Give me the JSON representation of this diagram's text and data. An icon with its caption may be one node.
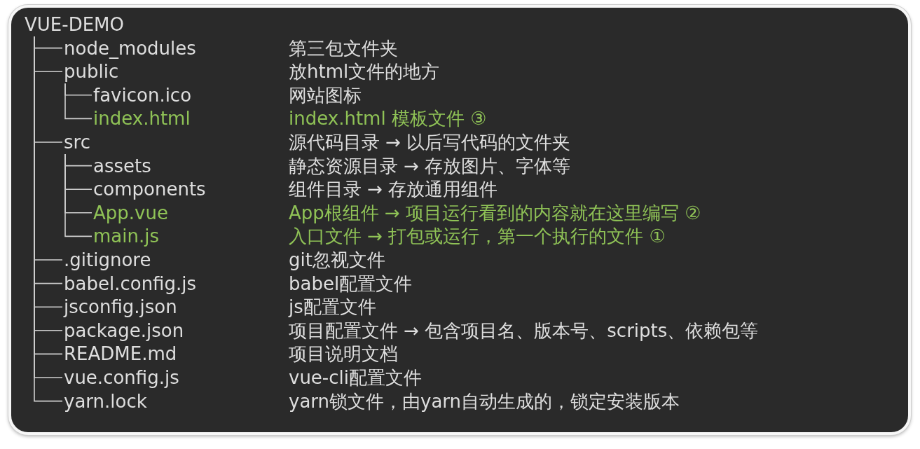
{
  "diagram": {
    "nodes": [
      {
        "text": [
          "VUE-DEMO"
        ]
      },
      {
        "text": [
          "node_modules"
        ],
        "beside": [
          "第三包文件夹"
        ]
      },
      {
        "text": [
          "public"
        ],
        "beside": [
          "放html文件的地方"
        ]
      },
      {
        "text": [
          "favicon.ico"
        ],
        "beside": [
          "网站图标"
        ]
      },
      {
        "text": [
          "index.html"
        ],
        "beside": [
          "index.html 模板文件 ③"
        ]
      },
      {
        "text": [
          "src"
        ],
        "beside": [
          "源代码目录 → 以后写代码的文件夹"
        ]
      },
      {
        "text": [
          "assets"
        ],
        "beside": [
          "静态资源目录 → 存放图片、字体等"
        ]
      },
      {
        "text": [
          "components"
        ],
        "beside": [
          "组件目录 → 存放通用组件"
        ]
      },
      {
        "text": [
          "App.vue"
        ],
        "beside": [
          "App根组件 → 项目运行看到的内容就在这里编写 ②"
        ]
      },
      {
        "text": [
          "main.js"
        ],
        "beside": [
          "入口文件 → 打包或运行，第一个执行的文件 ①"
        ]
      },
      {
        "text": [
          ".gitignore"
        ],
        "beside": [
          "git忽视文件"
        ]
      },
      {
        "text": [
          "babel.config.js"
        ],
        "beside": [
          "babel配置文件"
        ]
      },
      {
        "text": [
          "jsconfig.json"
        ],
        "beside": [
          "js配置文件"
        ]
      },
      {
        "text": [
          "package.json"
        ],
        "beside": [
          "项目配置文件 → 包含项目名、版本号、scripts、依赖包等"
        ]
      },
      {
        "text": [
          "README.md"
        ],
        "beside": [
          "项目说明文档"
        ]
      },
      {
        "text": [
          "vue.config.js"
        ],
        "beside": [
          "vue-cli配置文件"
        ]
      },
      {
        "text": [
          "yarn.lock"
        ],
        "beside": [
          "yarn锁文件，由yarn自动生成的，锁定安装版本"
        ]
      }
    ],
    "edges": [
      {
        "from": 0,
        "to": 1,
        "arrow": "none"
      },
      {
        "from": 0,
        "to": 2,
        "arrow": "none"
      },
      {
        "from": 2,
        "to": 3,
        "arrow": "none"
      },
      {
        "from": 2,
        "to": 4,
        "arrow": "none"
      },
      {
        "from": 0,
        "to": 5,
        "arrow": "none"
      },
      {
        "from": 5,
        "to": 6,
        "arrow": "none"
      },
      {
        "from": 5,
        "to": 7,
        "arrow": "none"
      },
      {
        "from": 5,
        "to": 8,
        "arrow": "none"
      },
      {
        "from": 5,
        "to": 9,
        "arrow": "none"
      },
      {
        "from": 0,
        "to": 10,
        "arrow": "none"
      },
      {
        "from": 0,
        "to": 11,
        "arrow": "none"
      },
      {
        "from": 0,
        "to": 12,
        "arrow": "none"
      },
      {
        "from": 0,
        "to": 13,
        "arrow": "none"
      },
      {
        "from": 0,
        "to": 14,
        "arrow": "none"
      },
      {
        "from": 0,
        "to": 15,
        "arrow": "none"
      },
      {
        "from": 0,
        "to": 16,
        "arrow": "none"
      }
    ]
  }
}
